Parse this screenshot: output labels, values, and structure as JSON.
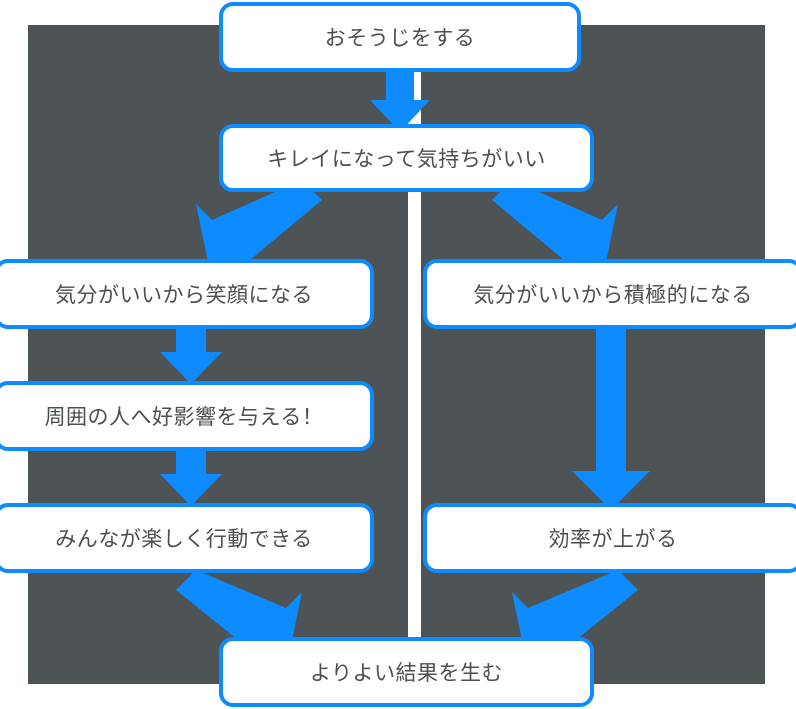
{
  "diagram": {
    "title_text": "",
    "colors": {
      "accent_blue": "#0d8bff",
      "panel_gray": "#4e5356",
      "box_fill": "#ffffff",
      "text": "#4a4f52"
    },
    "nodes": [
      {
        "id": "node-0",
        "label": "おそうじをする",
        "column": "center"
      },
      {
        "id": "node-1",
        "label": "キレイになって気持ちがいい",
        "column": "center"
      },
      {
        "id": "node-2",
        "label": "気分がいいから笑顔になる",
        "column": "left"
      },
      {
        "id": "node-3",
        "label": "気分がいいから積極的になる",
        "column": "right"
      },
      {
        "id": "node-4",
        "label": "周囲の人へ好影響を与える！",
        "column": "left"
      },
      {
        "id": "node-5",
        "label": "みんなが楽しく行動できる",
        "column": "left"
      },
      {
        "id": "node-6",
        "label": "効率が上がる",
        "column": "right"
      },
      {
        "id": "node-7",
        "label": "よりよい結果を生む",
        "column": "center"
      }
    ],
    "edges": [
      {
        "name": "edge-start-to-feelgood",
        "from": "node-0",
        "to": "node-1",
        "direction": "down"
      },
      {
        "name": "edge-feelgood-to-smile",
        "from": "node-1",
        "to": "node-2",
        "direction": "down-left"
      },
      {
        "name": "edge-feelgood-to-proactive",
        "from": "node-1",
        "to": "node-3",
        "direction": "down-right"
      },
      {
        "name": "edge-smile-to-influence",
        "from": "node-2",
        "to": "node-4",
        "direction": "down"
      },
      {
        "name": "edge-influence-to-fun-action",
        "from": "node-4",
        "to": "node-5",
        "direction": "down"
      },
      {
        "name": "edge-proactive-to-efficiency",
        "from": "node-3",
        "to": "node-6",
        "direction": "down-long"
      },
      {
        "name": "edge-fun-action-to-result",
        "from": "node-5",
        "to": "node-7",
        "direction": "down-right"
      },
      {
        "name": "edge-efficiency-to-result",
        "from": "node-6",
        "to": "node-7",
        "direction": "down-left"
      }
    ]
  }
}
